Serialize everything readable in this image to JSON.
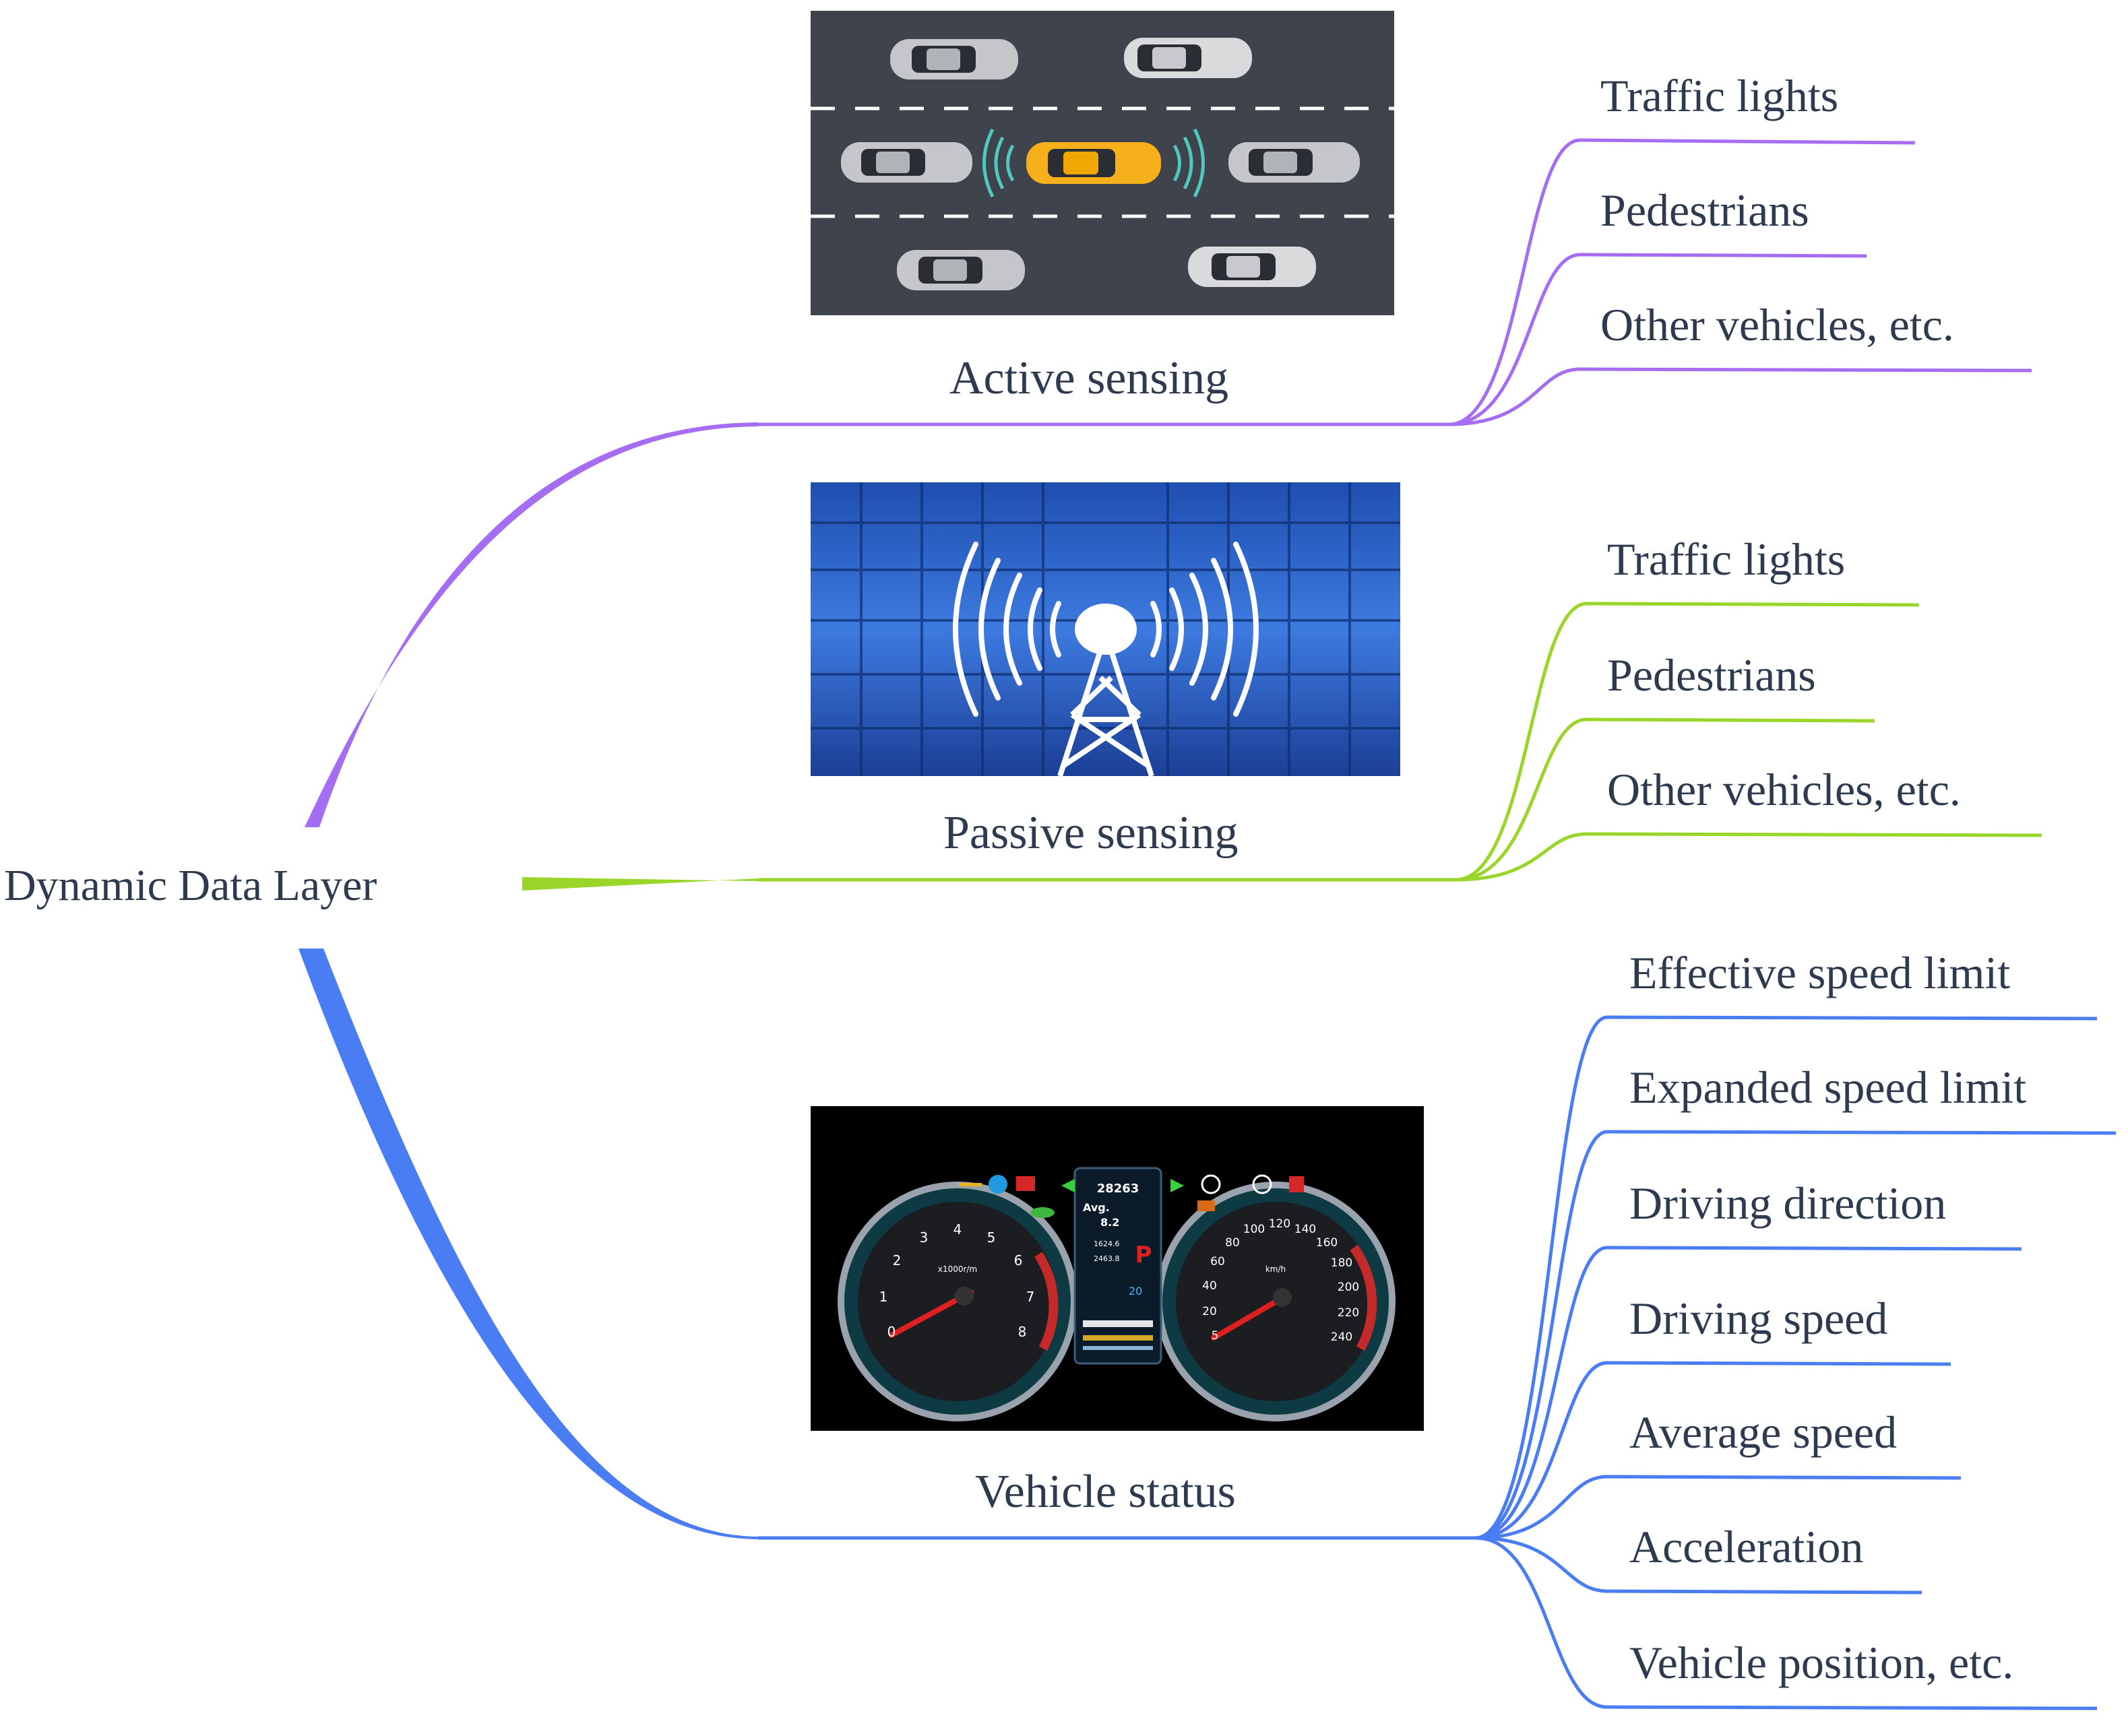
{
  "root": {
    "label": "Dynamic Data Layer"
  },
  "branches": [
    {
      "id": "active",
      "label": "Active sensing",
      "color": "#a56ef2",
      "image": "top-down road with an autonomous yellow car surrounded by grey cars, sensor waves",
      "leaves": [
        "Traffic lights",
        "Pedestrians",
        "Other vehicles, etc."
      ]
    },
    {
      "id": "passive",
      "label": "Passive sensing",
      "color": "#9ad629",
      "image": "radio tower broadcasting signal waves over blue cubes",
      "leaves": [
        "Traffic lights",
        "Pedestrians",
        "Other vehicles, etc."
      ]
    },
    {
      "id": "vehicle",
      "label": "Vehicle status",
      "color": "#4a7cf3",
      "image": "car instrument cluster with tachometer and speedometer",
      "leaves": [
        "Effective speed limit",
        "Expanded speed limit",
        "Driving direction",
        "Driving speed",
        "Average speed",
        "Acceleration",
        "Vehicle position, etc."
      ]
    }
  ],
  "dashboard": {
    "odometer": "28263",
    "avg_label": "Avg.",
    "avg_value": "8.2",
    "trip_a": "1624.6",
    "trip_b": "2463.8",
    "gear": "P",
    "temp": "20",
    "tach_unit": "x1000r/m",
    "speed_unit": "km/h",
    "tach_ticks": [
      "0",
      "1",
      "2",
      "3",
      "4",
      "5",
      "6",
      "7",
      "8"
    ],
    "speed_ticks": [
      "5",
      "20",
      "40",
      "60",
      "80",
      "100",
      "120",
      "140",
      "160",
      "180",
      "200",
      "220",
      "240"
    ]
  }
}
